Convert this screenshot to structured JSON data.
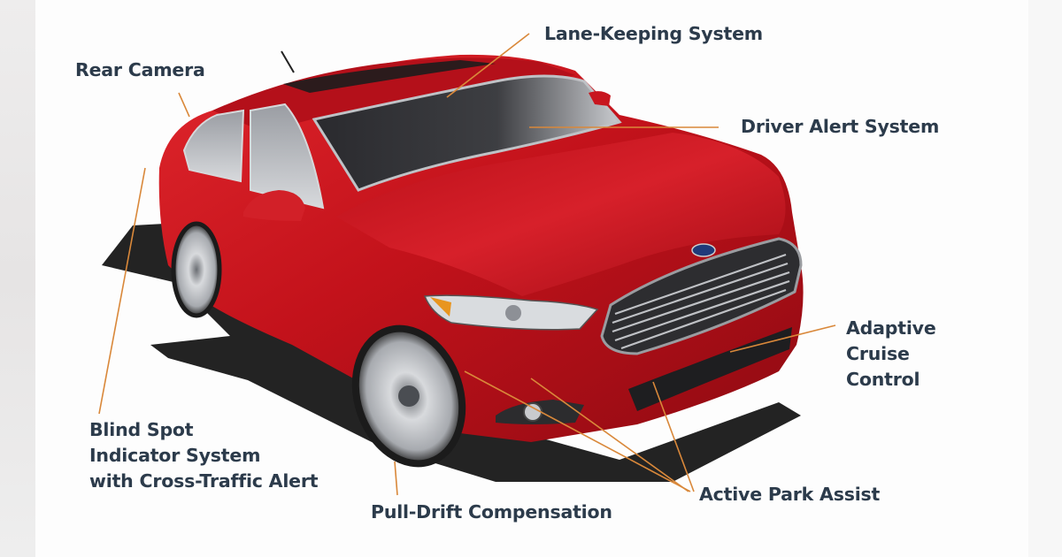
{
  "diagram": {
    "subject": "Red sedan with driver-assist features callouts",
    "colors": {
      "label_text": "#2c3b4b",
      "leader_line": "#d9883a",
      "car_body": "#c0141c",
      "background": "#fdfdfd"
    },
    "labels": {
      "rear_camera": "Rear Camera",
      "lane_keeping": "Lane-Keeping System",
      "driver_alert": "Driver Alert System",
      "adaptive_cruise": [
        "Adaptive",
        "Cruise",
        "Control"
      ],
      "blind_spot": [
        "Blind Spot",
        "Indicator System",
        "with Cross-Traffic Alert"
      ],
      "pull_drift": "Pull-Drift Compensation",
      "active_park": "Active Park Assist"
    }
  }
}
